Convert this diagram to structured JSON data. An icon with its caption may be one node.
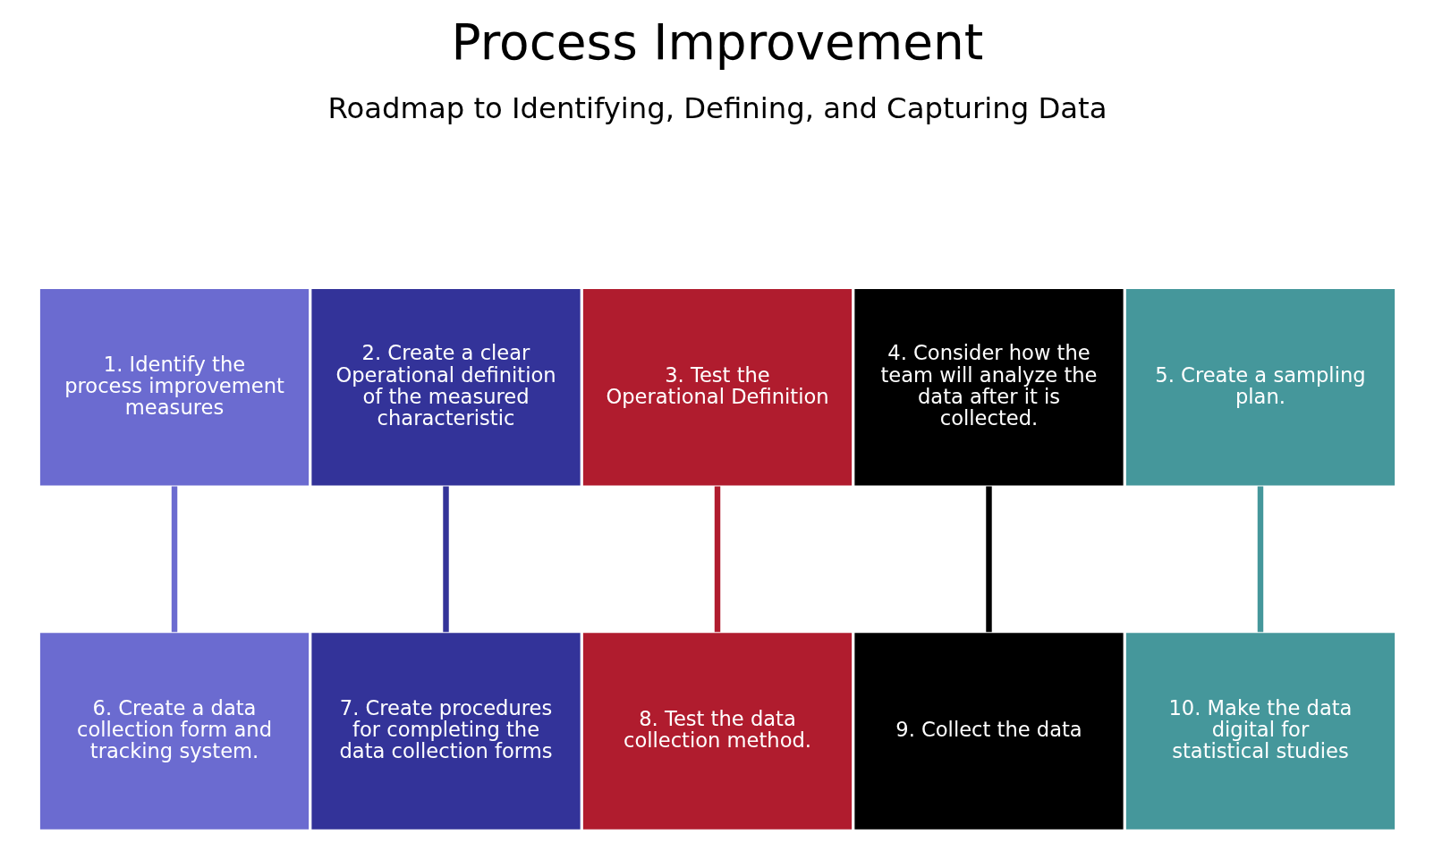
{
  "diagram": {
    "title": "Process Improvement",
    "nodes": [
      {
        "text": [
          "1. Identify the process improvement measures"
        ]
      },
      {
        "text": [
          "2. Create a clear Operational definition of the measured characteristic"
        ]
      },
      {
        "text": [
          "3. Test the Operational Definition"
        ]
      },
      {
        "text": [
          "4. Consider how the team will analyze the data after it is collected."
        ]
      },
      {
        "text": [
          "5. Create a sampling plan."
        ]
      },
      {
        "text": [
          "6. Create a data collection form and tracking system."
        ]
      },
      {
        "text": [
          "7. Create procedures for completing the data collection forms"
        ]
      },
      {
        "text": [
          "8. Test the data collection method."
        ]
      },
      {
        "text": [
          "9. Collect the data"
        ]
      },
      {
        "text": [
          "10. Make the data digital for statistical studies"
        ]
      }
    ],
    "edges": [
      {
        "from": 0,
        "to": 5,
        "arrow": "none",
        "color": "#6b6bd0"
      },
      {
        "from": 1,
        "to": 6,
        "arrow": "none",
        "color": "#333399"
      },
      {
        "from": 2,
        "to": 7,
        "arrow": "none",
        "color": "#b01c2e"
      },
      {
        "from": 3,
        "to": 8,
        "arrow": "none",
        "color": "#000000"
      },
      {
        "from": 4,
        "to": 9,
        "arrow": "none",
        "color": "#45979b"
      }
    ],
    "labels": [
      "Roadmap to Identifying, Defining, and Capturing Data"
    ]
  }
}
